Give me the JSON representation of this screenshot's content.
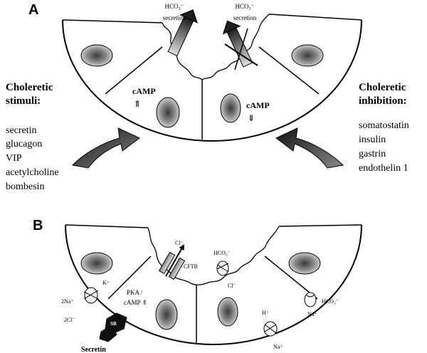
{
  "panels": {
    "a": {
      "label": "A"
    },
    "b": {
      "label": "B"
    }
  },
  "panel_a": {
    "secretion_left": {
      "line1": "HCO₃⁻",
      "line2": "secretion"
    },
    "secretion_right": {
      "line1": "HCO₃⁻",
      "line2": "secretion"
    },
    "camp_up": {
      "text": "cAMP",
      "arrow": "⇑"
    },
    "camp_down": {
      "text": "cAMP",
      "arrow": "⇓"
    },
    "stimuli": {
      "title_line1": "Choleretic",
      "title_line2": "stimuli:",
      "items": [
        "secretin",
        "glucagon",
        "VIP",
        "acetylcholine",
        "bombesin"
      ]
    },
    "inhibition": {
      "title_line1": "Choleretic",
      "title_line2": "inhibition:",
      "items": [
        "somatostatin",
        "insulin",
        "gastrin",
        "endothelin 1"
      ]
    }
  },
  "panel_b": {
    "cl_out": "Cl⁻",
    "cftr": "CFTR",
    "hco3_in": "HCO₃⁻",
    "cl_in": "Cl⁻",
    "k_plus": "K⁺",
    "two_na": "2Na⁺",
    "two_cl": "2Cl⁻",
    "pka_line1": "PKA /",
    "pka_line2": "cAMP ⇑",
    "sr": "SR",
    "secretin": "Secretin",
    "h_plus": "H⁺",
    "na_bottom": "Na⁺",
    "na_right": "Na⁺",
    "hco3_right": "HCO₃⁻"
  },
  "colors": {
    "line": "#000000",
    "curved_arrow_dark": "#262626",
    "curved_arrow_light": "#7a7a7a",
    "arrow_dark": "#1e1e1e",
    "arrow_light": "#d6d6d6",
    "nucleus_dark": "#3a3a3a",
    "nucleus_light": "#d9d9d9",
    "receptor": "#101010"
  }
}
